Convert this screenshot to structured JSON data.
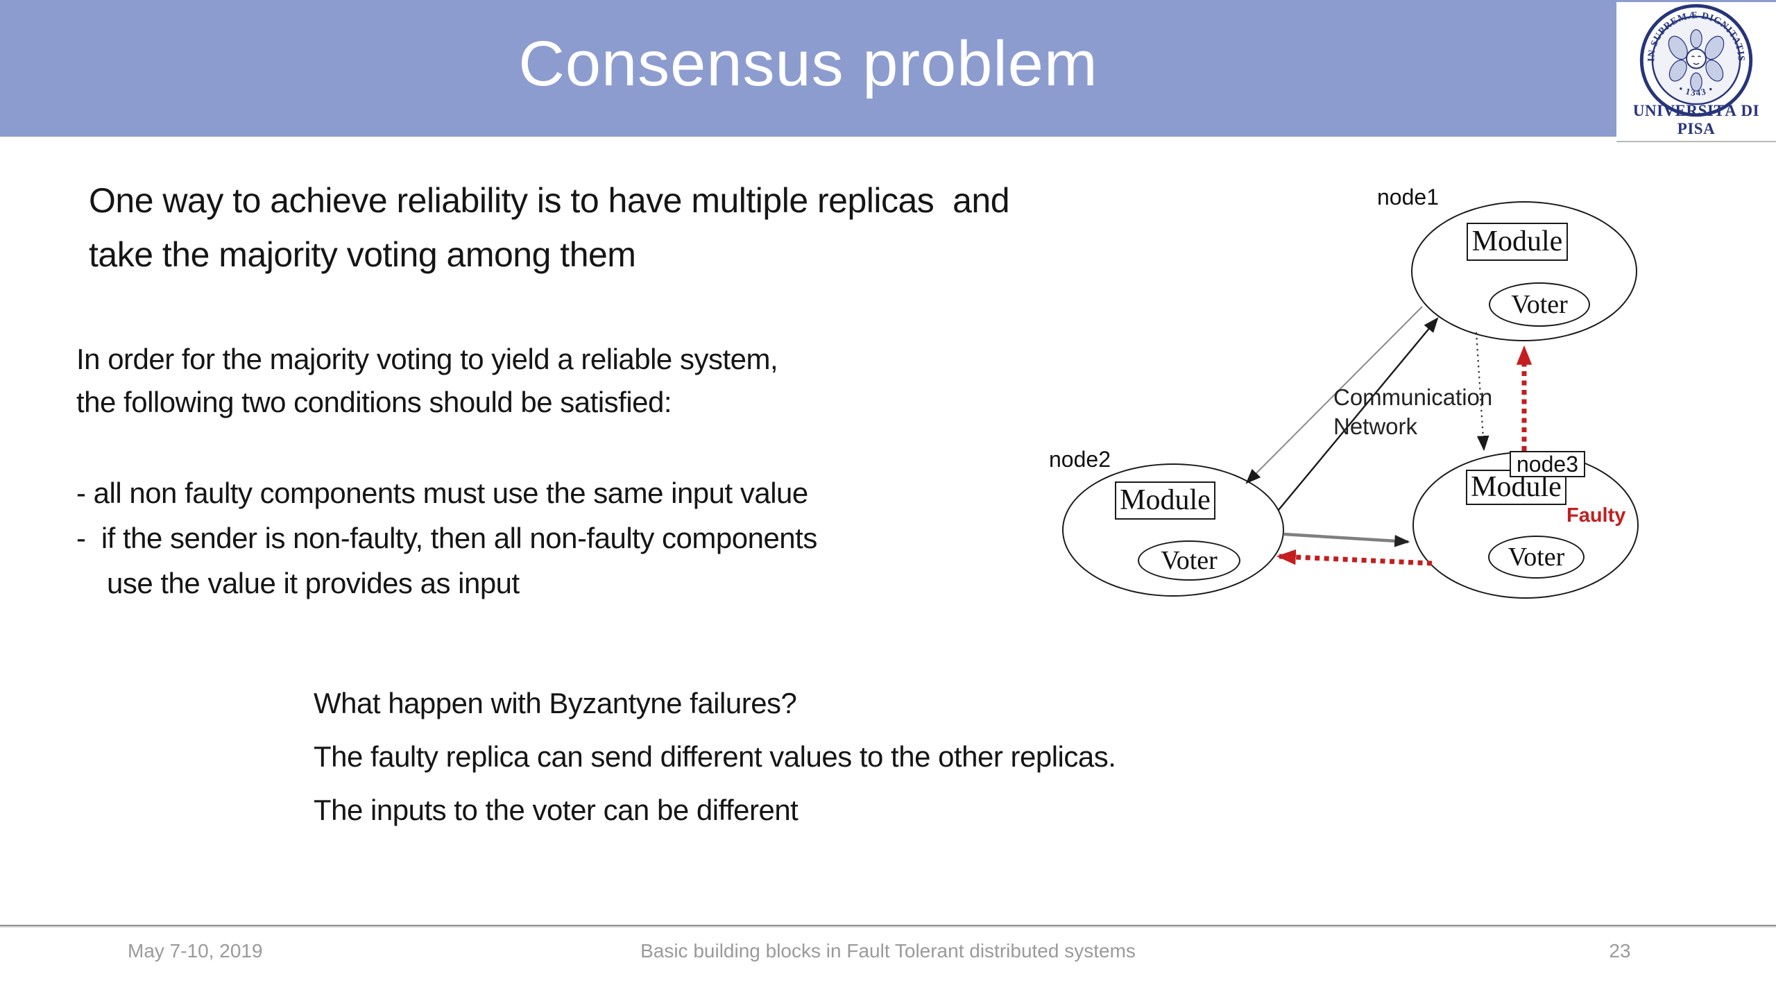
{
  "slide": {
    "header": {
      "title": "Consensus problem",
      "bg_color": "#8d9ccf"
    },
    "logo": {
      "motto": "IN SUPREMÆ DIGNITATIS",
      "year": "• 1343 •",
      "university": "UNIVERSITÀ DI PISA"
    },
    "content": {
      "para1": [
        "One way to achieve reliability is to have multiple replicas  and",
        "take the majority voting among them"
      ],
      "para2": [
        "In order for the majority voting to yield a reliable system,",
        "the following two conditions should be satisfied:"
      ],
      "bullets": [
        "- all non faulty components must use the same input value",
        "-  if the sender is non-faulty, then all non-faulty components",
        "use the value it provides as input"
      ],
      "questions": [
        "What happen with Byzantyne failures?",
        "The faulty replica can send different values to the other replicas.",
        "The inputs to the voter can be different"
      ]
    },
    "footer": {
      "date": "May 7-10, 2019",
      "center": "Basic building blocks in Fault Tolerant distributed systems",
      "page": "23"
    }
  },
  "diagram": {
    "network_label": [
      "Communication",
      "Network"
    ],
    "nodes": [
      {
        "label": "node1",
        "module": "Module",
        "voter": "Voter"
      },
      {
        "label": "node2",
        "module": "Module",
        "voter": "Voter"
      },
      {
        "label": "node3",
        "module": "Module",
        "voter": "Voter",
        "status": "Faulty"
      }
    ],
    "colors": {
      "faulty_red": "#c41e1e",
      "link_gray": "#7f7f7f",
      "link_black": "#1a1a1a"
    }
  }
}
